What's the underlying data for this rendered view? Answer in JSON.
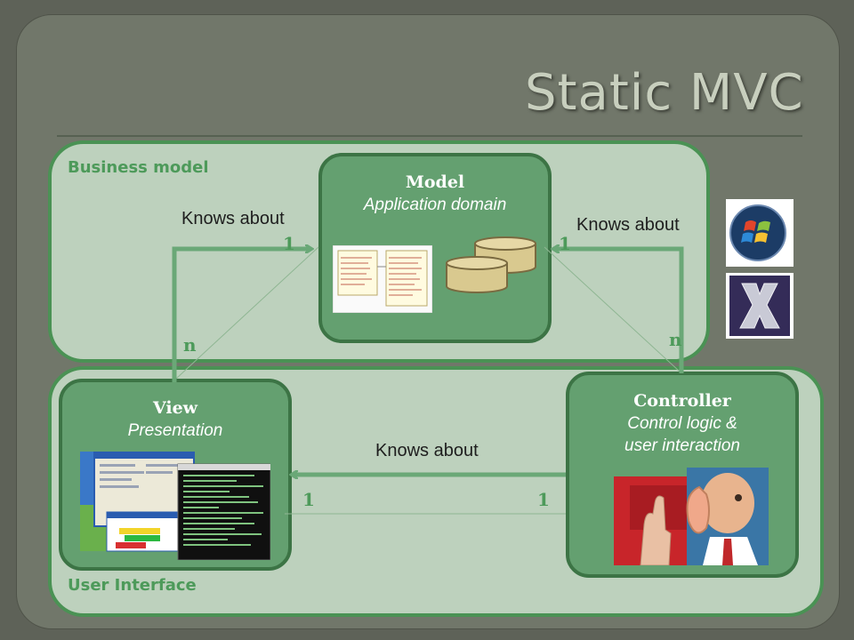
{
  "title": "Static MVC",
  "panels": {
    "business": "Business model",
    "ui": "User Interface"
  },
  "model": {
    "title": "Model",
    "subtitle": "Application domain"
  },
  "view": {
    "title": "View",
    "subtitle": "Presentation"
  },
  "controller": {
    "title": "Controller",
    "subtitle_line1": "Control logic &",
    "subtitle_line2": "user interaction"
  },
  "relations": {
    "view_model": {
      "label": "Knows about",
      "near": "1",
      "far": "n"
    },
    "controller_model": {
      "label": "Knows about",
      "near": "1",
      "far": "n"
    },
    "controller_view": {
      "label": "Knows about",
      "left": "1",
      "right": "1"
    }
  },
  "images": [
    "uml-diagram",
    "database-icon",
    "windows-logo",
    "mac-os-x-logo",
    "desktop-screenshots",
    "touch-and-listen-photo"
  ],
  "colors": {
    "background": "#5e6258",
    "panel": "#bdd1bd",
    "box": "#64a070",
    "accent": "#4d9a5a",
    "title": "#c8cfbe"
  }
}
